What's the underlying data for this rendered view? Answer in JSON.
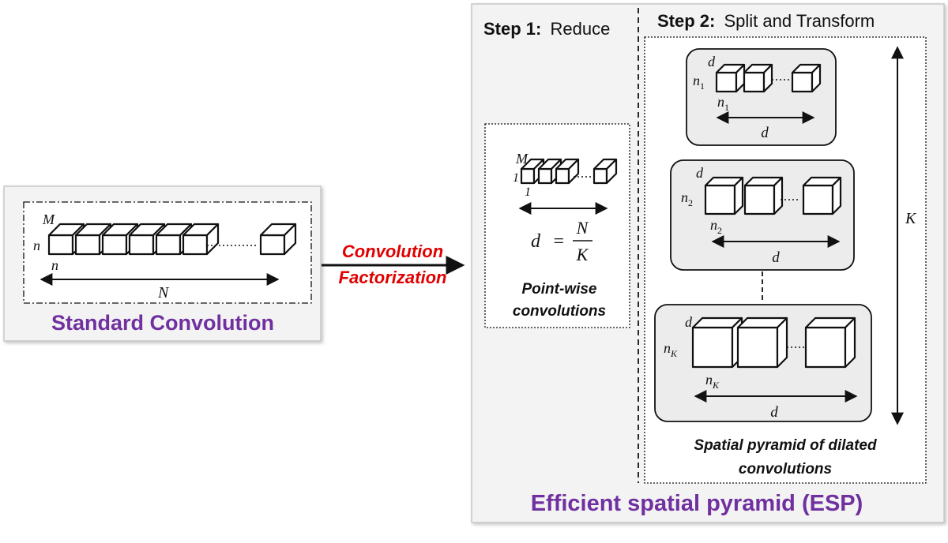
{
  "colors": {
    "purple": "#7030a0",
    "red": "#e00000",
    "panel_bg": "#f3f3f3",
    "box_bg": "#ececec"
  },
  "standard": {
    "title": "Standard Convolution",
    "label_M": "M",
    "label_n_left": "n",
    "label_n_below": "n",
    "label_N": "N"
  },
  "arrow": {
    "line1": "Convolution",
    "line2": "Factorization"
  },
  "esp": {
    "title": "Efficient spatial pyramid (ESP)",
    "step1": {
      "prefix": "Step 1:",
      "text": "Reduce"
    },
    "step2": {
      "prefix": "Step 2:",
      "text": "Split and Transform"
    },
    "pointwise": {
      "label_M": "M",
      "label_1_left": "1",
      "label_1_below": "1",
      "eq_d": "d",
      "eq_equals": "=",
      "eq_num": "N",
      "eq_den": "K",
      "caption_1": "Point-wise",
      "caption_2": "convolutions"
    },
    "pyramid": {
      "levels": [
        {
          "d_top": "d",
          "n": "n",
          "sub": "1",
          "d_bottom": "d"
        },
        {
          "d_top": "d",
          "n": "n",
          "sub": "2",
          "d_bottom": "d"
        },
        {
          "d_top": "d",
          "n": "n",
          "sub": "K",
          "d_bottom": "d"
        }
      ],
      "label_K": "K",
      "caption_1": "Spatial pyramid of dilated",
      "caption_2": "convolutions"
    }
  }
}
